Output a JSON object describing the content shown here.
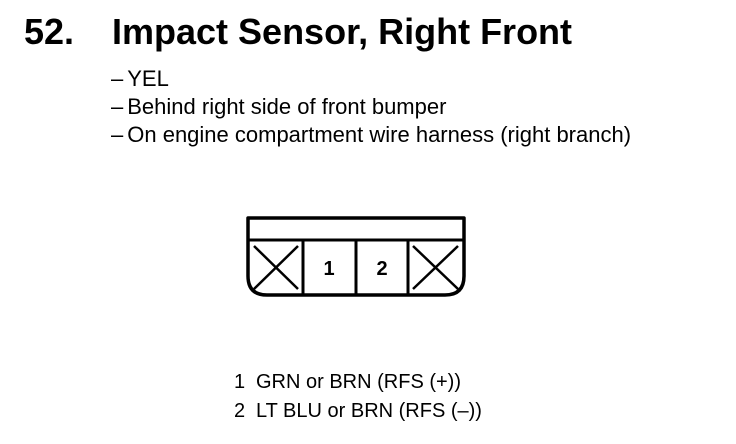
{
  "heading": {
    "number": "52.",
    "title": "Impact Sensor, Right Front"
  },
  "details": [
    "YEL",
    "Behind right side of front bumper",
    "On engine compartment wire harness (right branch)"
  ],
  "details_dash": "–",
  "connector": {
    "pins": [
      {
        "number": "1",
        "wire": "GRN or BRN (RFS (+))"
      },
      {
        "number": "2",
        "wire": "LT BLU or BRN (RFS (–))"
      }
    ]
  }
}
